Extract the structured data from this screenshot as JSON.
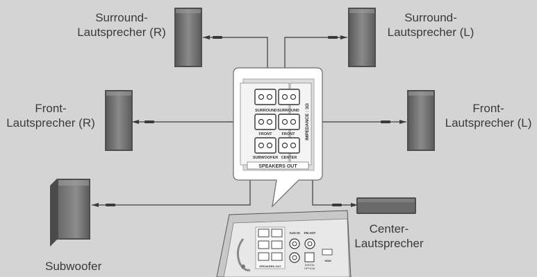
{
  "labels": {
    "surround_r": [
      "Surround-",
      "Lautsprecher (R)"
    ],
    "surround_l": [
      "Surround-",
      "Lautsprecher (L)"
    ],
    "front_r": [
      "Front-",
      "Lautsprecher (R)"
    ],
    "front_l": [
      "Front-",
      "Lautsprecher (L)"
    ],
    "center": [
      "Center-",
      "Lautsprecher"
    ],
    "subwoofer": "Subwoofer"
  },
  "panel": {
    "terminals": [
      "SURROUND",
      "FRONT",
      "SUBWOOFER",
      "CENTER"
    ],
    "title": "SPEAKERS OUT",
    "impedance": "IMPEDANCE : 3Ω"
  },
  "receiver": {
    "title": "SPEAKERS OUT",
    "aux": "AUX IN",
    "fm": "FM ANT",
    "optical": "OPTICAL",
    "digital": "DIGITAL",
    "hdmi": "HDM"
  },
  "colors": {
    "background": "#d4d4d4",
    "speaker_body": "#5d5d5d",
    "speaker_front": "#7a7a7a",
    "panel": "#f2f2f2",
    "cable": "#3a3a3a"
  }
}
